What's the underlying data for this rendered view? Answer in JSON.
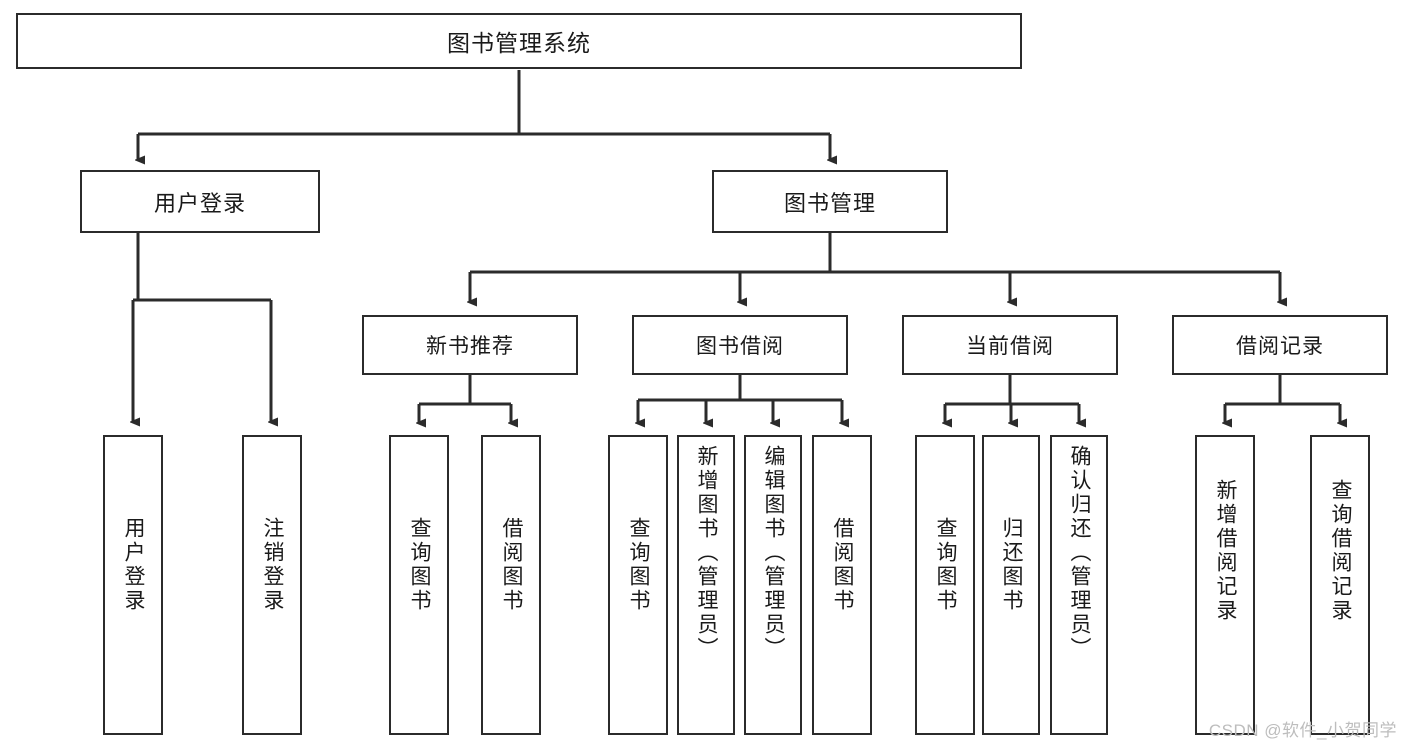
{
  "diagram": {
    "title": "图书管理系统",
    "type": "tree",
    "watermark": "CSDN @软件_小贺同学",
    "colors": {
      "border": "#2b2b2b",
      "background": "#ffffff",
      "text": "#1a1a1a",
      "watermark": "#bdbdbd"
    },
    "nodes": {
      "root": {
        "label": "图书管理系统",
        "level": 1,
        "orientation": "horizontal"
      },
      "level2": [
        {
          "id": "user-login",
          "label": "用户登录",
          "orientation": "horizontal"
        },
        {
          "id": "book-manage",
          "label": "图书管理",
          "orientation": "horizontal"
        }
      ],
      "level3": [
        {
          "id": "new-book-recommend",
          "label": "新书推荐",
          "orientation": "horizontal"
        },
        {
          "id": "book-borrow",
          "label": "图书借阅",
          "orientation": "horizontal"
        },
        {
          "id": "current-borrow",
          "label": "当前借阅",
          "orientation": "horizontal"
        },
        {
          "id": "borrow-record",
          "label": "借阅记录",
          "orientation": "horizontal"
        }
      ],
      "leaves": [
        {
          "id": "leaf-user-login",
          "label": "用户登录",
          "parent": "user-login",
          "orientation": "vertical"
        },
        {
          "id": "leaf-logout-login",
          "label": "注销登录",
          "parent": "user-login",
          "orientation": "vertical"
        },
        {
          "id": "leaf-query-book-1",
          "label": "查询图书",
          "parent": "new-book-recommend",
          "orientation": "vertical"
        },
        {
          "id": "leaf-borrow-book-1",
          "label": "借阅图书",
          "parent": "new-book-recommend",
          "orientation": "vertical"
        },
        {
          "id": "leaf-query-book-2",
          "label": "查询图书",
          "parent": "book-borrow",
          "orientation": "vertical"
        },
        {
          "id": "leaf-add-book",
          "label": "新增图书（管理员）",
          "parent": "book-borrow",
          "orientation": "vertical"
        },
        {
          "id": "leaf-edit-book",
          "label": "编辑图书（管理员）",
          "parent": "book-borrow",
          "orientation": "vertical"
        },
        {
          "id": "leaf-borrow-book-2",
          "label": "借阅图书",
          "parent": "book-borrow",
          "orientation": "vertical"
        },
        {
          "id": "leaf-query-book-3",
          "label": "查询图书",
          "parent": "current-borrow",
          "orientation": "vertical"
        },
        {
          "id": "leaf-return-book",
          "label": "归还图书",
          "parent": "current-borrow",
          "orientation": "vertical"
        },
        {
          "id": "leaf-confirm-return",
          "label": "确认归还（管理员）",
          "parent": "current-borrow",
          "orientation": "vertical"
        },
        {
          "id": "leaf-add-record",
          "label": "新增借阅记录",
          "parent": "borrow-record",
          "orientation": "vertical"
        },
        {
          "id": "leaf-query-record",
          "label": "查询借阅记录",
          "parent": "borrow-record",
          "orientation": "vertical"
        }
      ]
    }
  }
}
